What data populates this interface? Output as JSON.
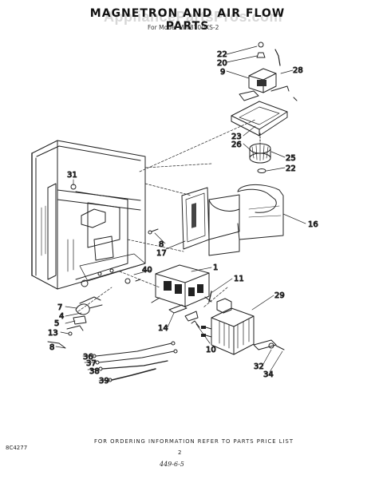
{
  "header": {
    "title": "MAGNETRON AND AIR FLOW PARTS",
    "watermark": "AppliancePartsPros.com",
    "subtitle": "For Model MW8700XS-2"
  },
  "footer": {
    "note": "FOR ORDERING INFORMATION REFER TO PARTS PRICE LIST",
    "code": "8C4277",
    "page": "2",
    "handwritten": "449-6-5"
  },
  "callouts": [
    "22",
    "20",
    "9",
    "28",
    "23",
    "26",
    "25",
    "22",
    "16",
    "31",
    "8",
    "17",
    "1",
    "40",
    "11",
    "29",
    "7",
    "4",
    "5",
    "13",
    "8",
    "14",
    "10",
    "36",
    "37",
    "38",
    "39",
    "32",
    "34"
  ]
}
